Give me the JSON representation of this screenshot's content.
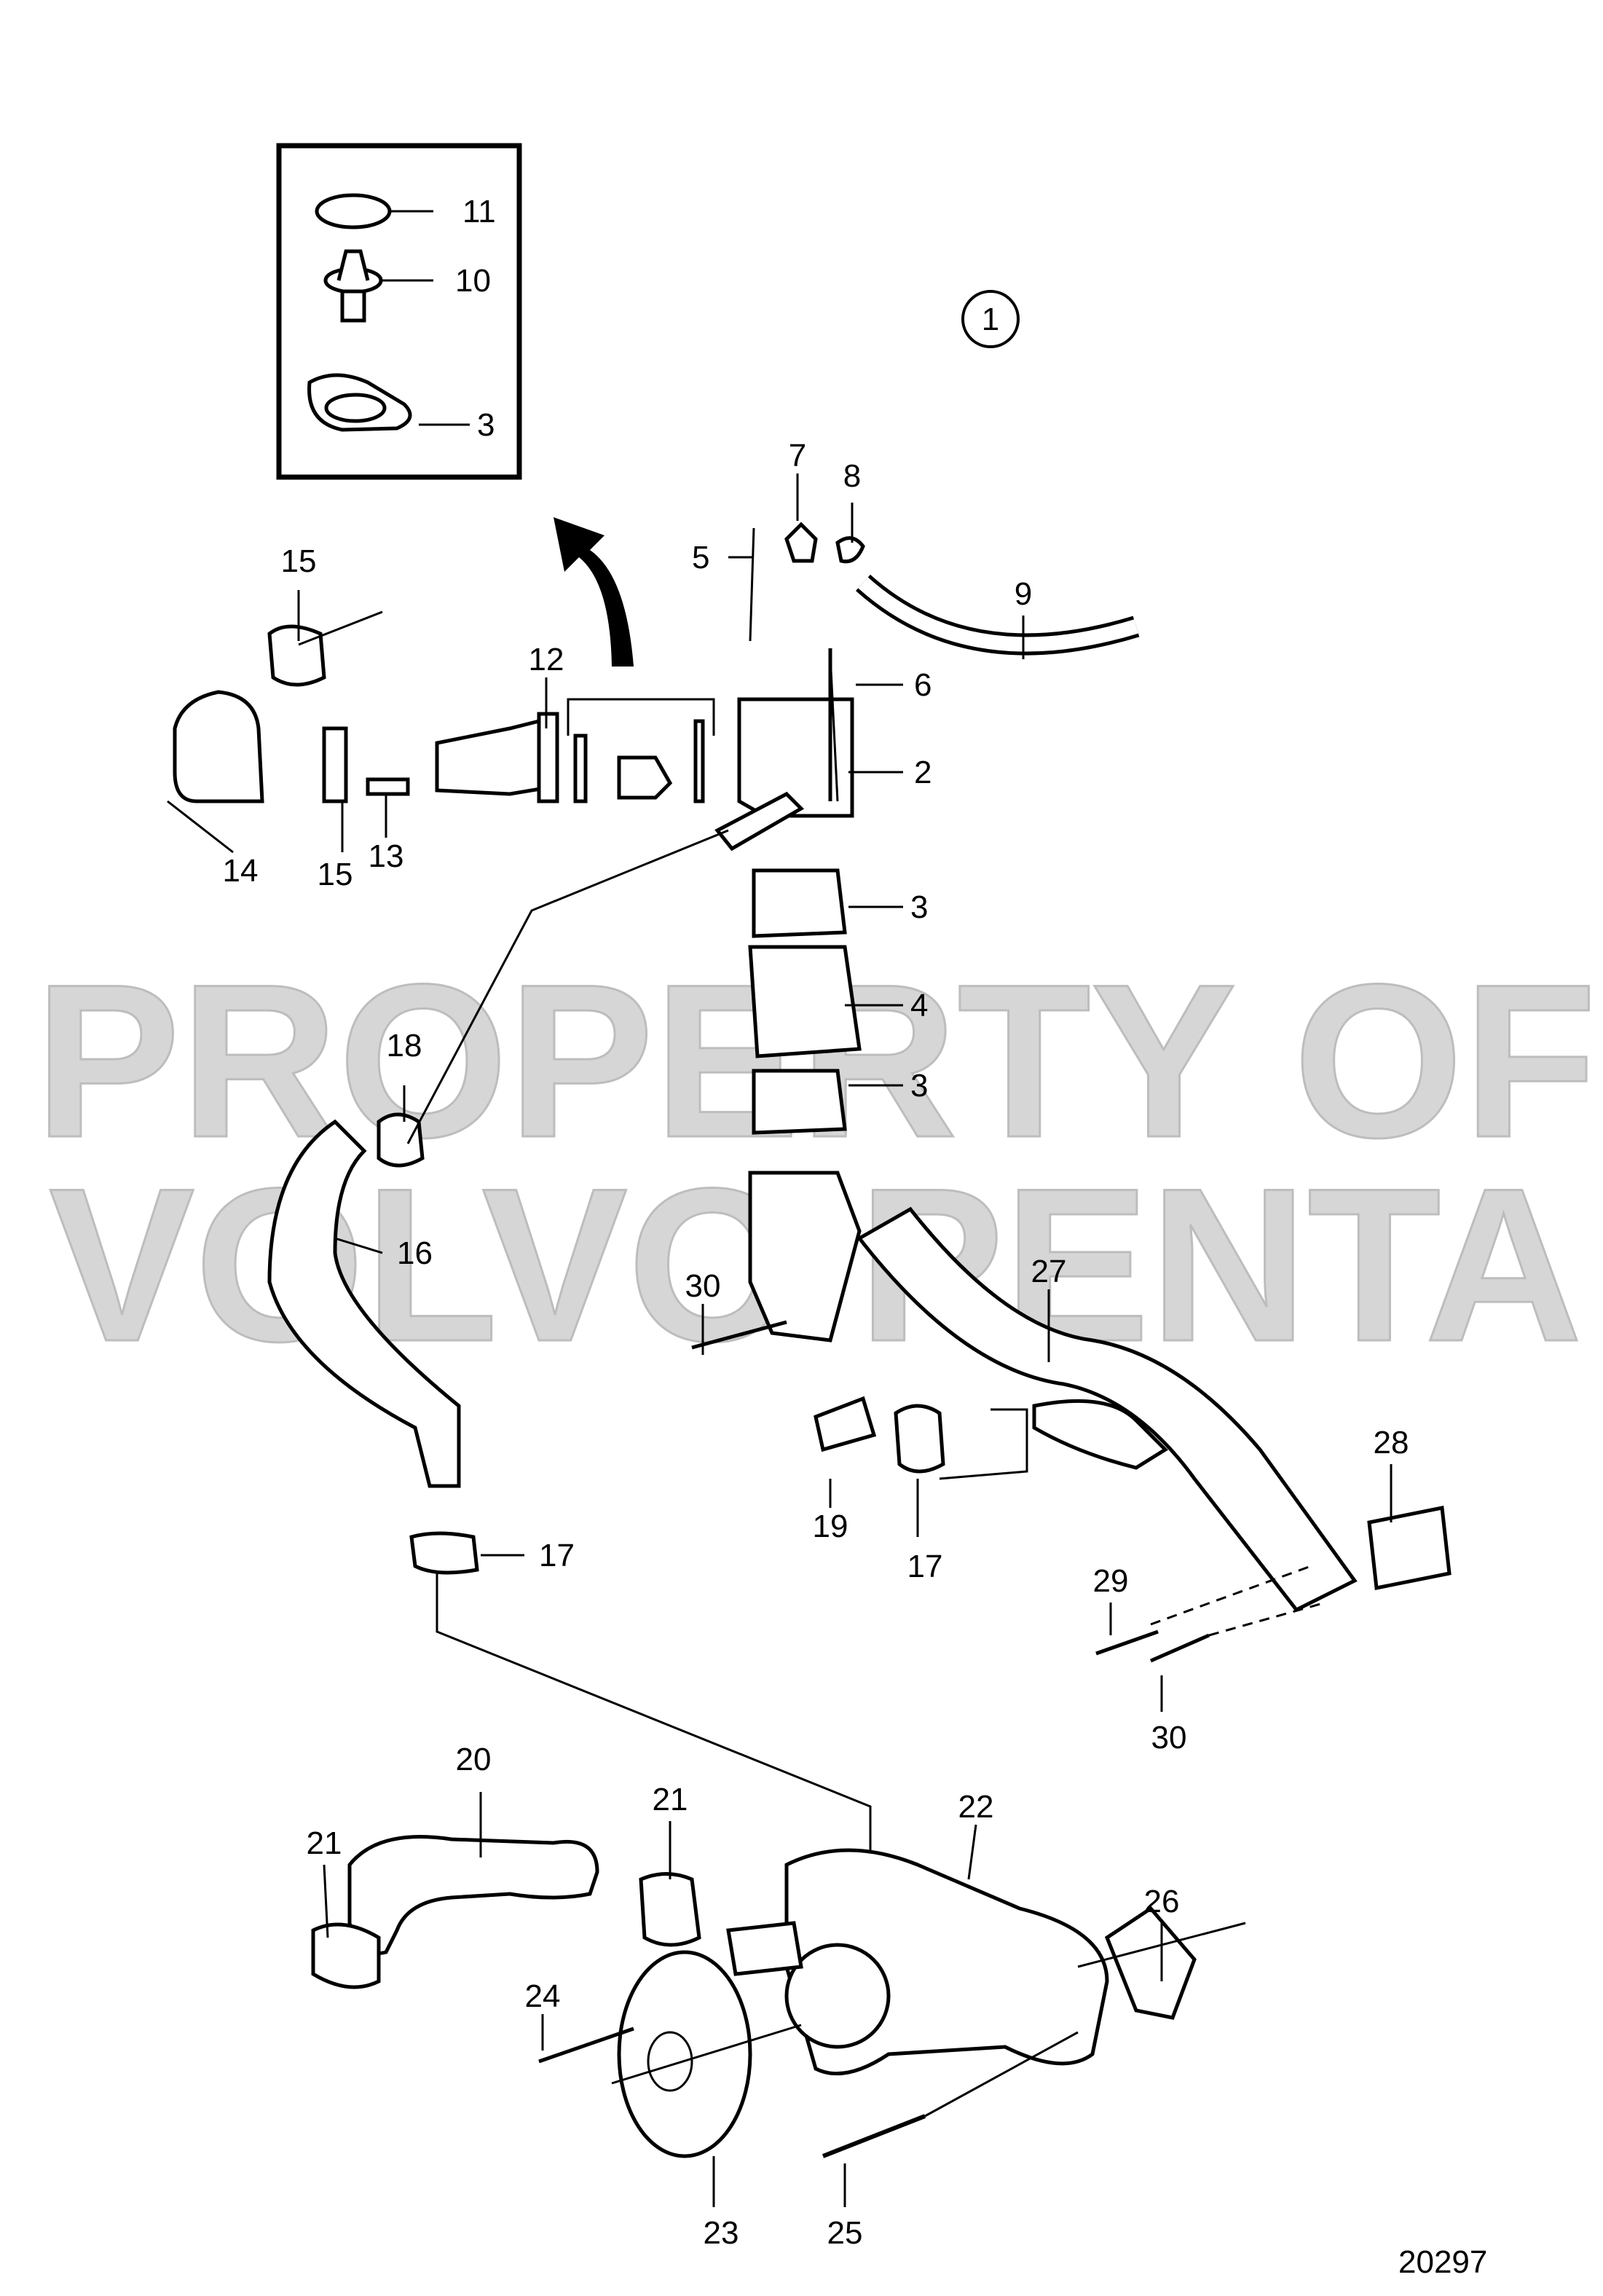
{
  "diagram": {
    "drawing_number": "20297",
    "view_marker": "1",
    "watermark": [
      "PROPERTY OF",
      "VOLVO PENTA"
    ],
    "callouts": [
      "11",
      "10",
      "3",
      "15",
      "12",
      "7",
      "8",
      "5",
      "9",
      "6",
      "2",
      "14",
      "15",
      "13",
      "3",
      "4",
      "3",
      "18",
      "16",
      "30",
      "27",
      "28",
      "19",
      "17",
      "29",
      "30",
      "17",
      "20",
      "21",
      "22",
      "21",
      "26",
      "24",
      "23",
      "25"
    ]
  }
}
